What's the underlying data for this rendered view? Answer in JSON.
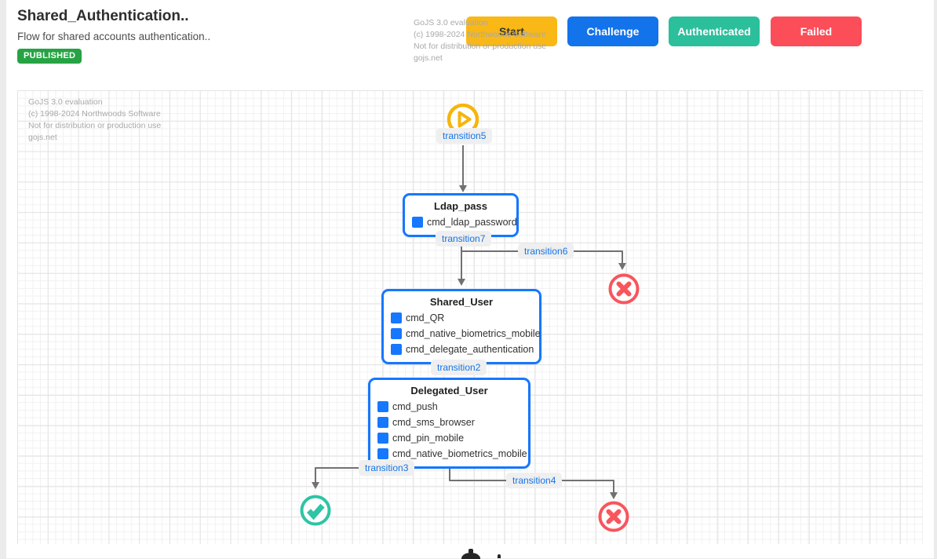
{
  "header": {
    "title": "Shared_Authentication..",
    "subtitle": "Flow for shared accounts authentication..",
    "status_badge": "PUBLISHED"
  },
  "evaluation_watermark": {
    "line1": "GoJS 3.0 evaluation",
    "line2": "(c) 1998-2024 Northwoods Software",
    "line3": "Not for distribution or production use",
    "line4": "gojs.net"
  },
  "palette": {
    "buttons": [
      {
        "label": "Start",
        "color": "#F9B816"
      },
      {
        "label": "Challenge",
        "color": "#1273EB"
      },
      {
        "label": "Authenticated",
        "color": "#2CBF9C"
      },
      {
        "label": "Failed",
        "color": "#FB4E59"
      }
    ]
  },
  "diagram": {
    "nodes": [
      {
        "title": "Ldap_pass",
        "commands": [
          "cmd_ldap_password"
        ]
      },
      {
        "title": "Shared_User",
        "commands": [
          "cmd_QR",
          "cmd_native_biometrics_mobile",
          "cmd_delegate_authentication"
        ]
      },
      {
        "title": "Delegated_User",
        "commands": [
          "cmd_push",
          "cmd_sms_browser",
          "cmd_pin_mobile",
          "cmd_native_biometrics_mobile"
        ]
      }
    ],
    "transitions": {
      "t5": "transition5",
      "t7": "transition7",
      "t6": "transition6",
      "t2": "transition2",
      "t3": "transition3",
      "t4": "transition4"
    },
    "icons": {
      "start": "play-icon",
      "success": "check-icon",
      "failure": "x-icon"
    },
    "colors": {
      "node_border": "#1677FF",
      "command_square": "#1677FF",
      "transition_text": "#1574E8",
      "link": "#717171",
      "start_icon": "#F6B50B",
      "success_icon": "#2EC4A5",
      "failure_icon": "#F8555D",
      "published_badge": "#27A344",
      "watermark_text": "#a9a9a9"
    }
  }
}
